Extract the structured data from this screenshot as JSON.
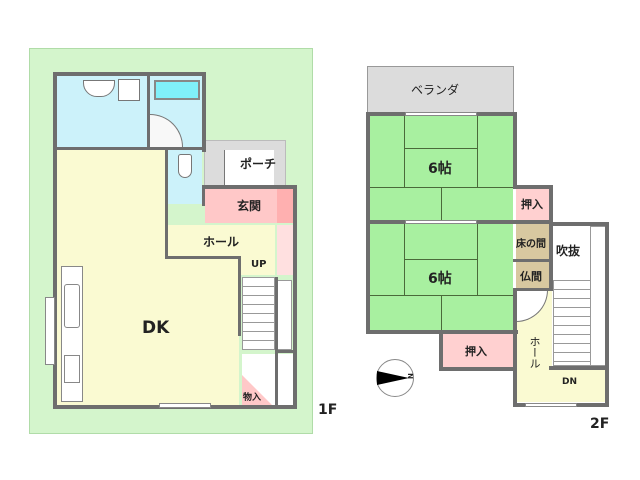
{
  "floor1": {
    "label": "1F",
    "rooms": {
      "dk": "DK",
      "porch": "ポーチ",
      "entrance": "玄関",
      "hall": "ホール",
      "up": "UP",
      "storage": "物入"
    }
  },
  "floor2": {
    "label": "2F",
    "rooms": {
      "veranda": "ベランダ",
      "tatami_upper": "6帖",
      "closet_upper": "押入",
      "tokonoma": "床の間",
      "void": "吹抜",
      "tatami_lower": "6帖",
      "butsuma": "仏間",
      "closet_lower": "押入",
      "hall": "ホール",
      "dn": "DN"
    },
    "compass": {
      "north_label": "N"
    }
  },
  "colors": {
    "garden": "#d4f5cc",
    "wet_area": "#ccf2fa",
    "bath": "#80f0fa",
    "dk_floor": "#fafad2",
    "entrance": "#ffc8c8",
    "porch": "#dcdcdc",
    "tatami": "#a8f0a0",
    "closet": "#ffd0d0",
    "tokonoma": "#d8c8a0",
    "wall": "#6e6e6e"
  }
}
